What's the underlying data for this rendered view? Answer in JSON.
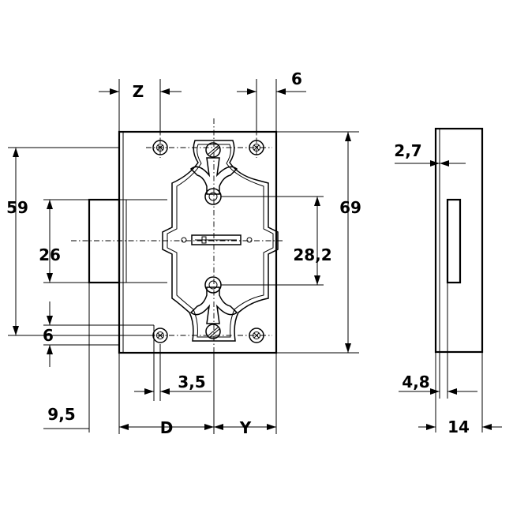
{
  "colors": {
    "ink": "#000000",
    "paper": "#ffffff"
  },
  "front_view": {
    "labels": {
      "z": "Z",
      "top_6": "6",
      "height_59": "59",
      "bolt_26": "26",
      "offset_6": "6",
      "height_69": "69",
      "key_28_2": "28,2",
      "offset_3_5": "3,5",
      "bolt_9_5": "9,5",
      "backset_d": "D",
      "y": "Y"
    }
  },
  "side_view": {
    "labels": {
      "wall_2_7": "2,7",
      "wall_4_8": "4,8",
      "depth_14": "14"
    }
  }
}
